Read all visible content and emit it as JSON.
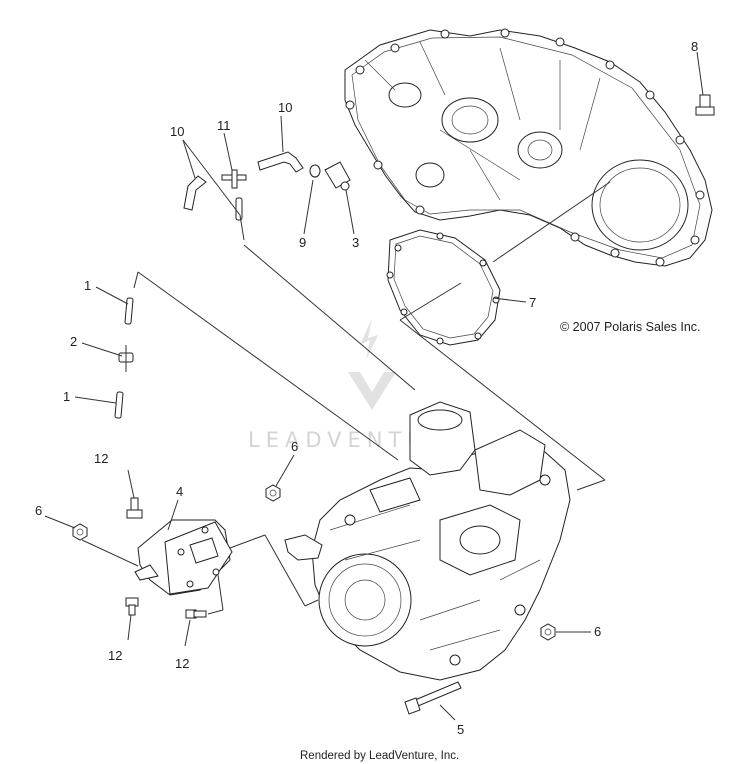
{
  "copyright": "© 2007 Polaris Sales Inc.",
  "footer": "Rendered by LeadVenture, Inc.",
  "watermark": "LEADVENTURE",
  "callouts": {
    "c1a": "1",
    "c1b": "1",
    "c2": "2",
    "c3": "3",
    "c4": "4",
    "c5": "5",
    "c6a": "6",
    "c6b": "6",
    "c6c": "6",
    "c7": "7",
    "c8": "8",
    "c9": "9",
    "c10a": "10",
    "c10b": "10",
    "c11": "11",
    "c12a": "12",
    "c12b": "12",
    "c12c": "12"
  },
  "colors": {
    "line": "#222222",
    "watermark": "#d4d4d4",
    "background": "#ffffff"
  }
}
